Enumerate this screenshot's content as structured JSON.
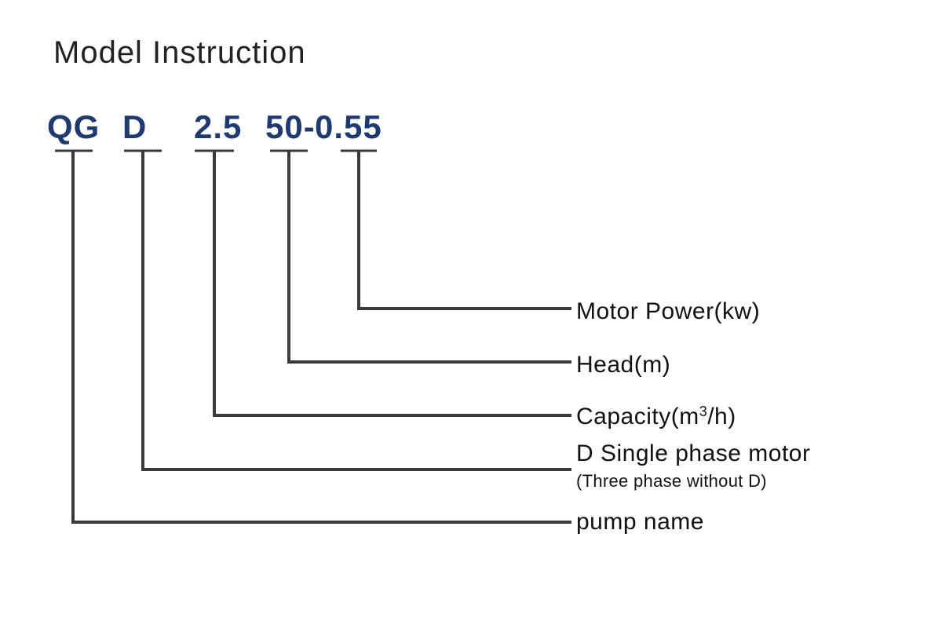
{
  "title": "Model Instruction",
  "colors": {
    "code": "#1f3a6e",
    "line": "#3a3a3a",
    "text": "#111111"
  },
  "model_parts": [
    {
      "id": "qg",
      "code": "QG"
    },
    {
      "id": "d",
      "code": "D"
    },
    {
      "id": "capacity",
      "code": "2.5"
    },
    {
      "id": "head",
      "code": "50-"
    },
    {
      "id": "power",
      "code": "0.55"
    }
  ],
  "legend": [
    {
      "id": "power",
      "label": "Motor Power(kw)"
    },
    {
      "id": "head",
      "label": "Head(m)"
    },
    {
      "id": "capacity",
      "label_prefix": "Capacity(m",
      "label_sup": "3",
      "label_suffix": "/h)"
    },
    {
      "id": "d",
      "label": "D Single phase motor",
      "note": "(Three phase without D)"
    },
    {
      "id": "qg",
      "label": "pump name"
    }
  ]
}
